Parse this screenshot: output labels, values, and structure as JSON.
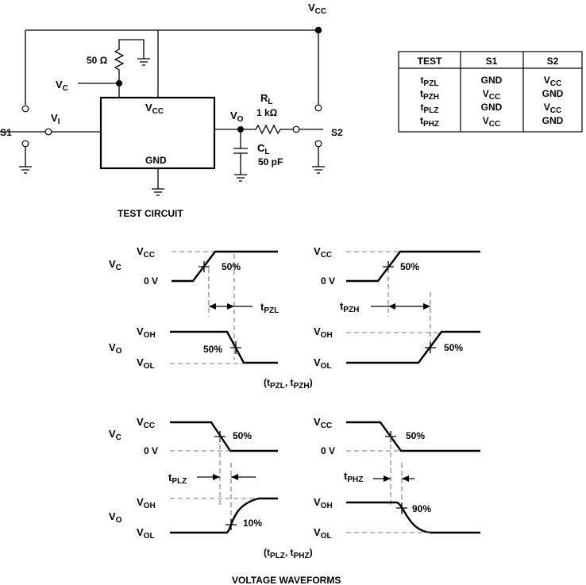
{
  "circuit": {
    "vcc_top": "VCC",
    "resistor_50": "50 Ω",
    "vc": "VC",
    "vi": "VI",
    "s1": "S1",
    "s2": "S2",
    "chip_vcc": "VCC",
    "chip_gnd": "GND",
    "vo": "VO",
    "rl_name": "RL",
    "rl_value": "1 kΩ",
    "cl_name": "CL",
    "cl_value": "50 pF",
    "caption": "TEST CIRCUIT"
  },
  "table": {
    "headers": [
      "TEST",
      "S1",
      "S2"
    ],
    "rows": [
      [
        "tPZL",
        "GND",
        "VCC"
      ],
      [
        "tPZH",
        "VCC",
        "GND"
      ],
      [
        "tPLZ",
        "GND",
        "VCC"
      ],
      [
        "tPHZ",
        "VCC",
        "GND"
      ]
    ]
  },
  "waveforms": {
    "vcc": "VCC",
    "zero_v": "0 V",
    "voh": "VOH",
    "vol": "VOL",
    "vc": "VC",
    "vo": "VO",
    "p50": "50%",
    "p10": "10%",
    "p90": "90%",
    "t_pzl": "tPZL",
    "t_pzh": "tPZH",
    "t_plz": "tPLZ",
    "t_phz": "tPHZ",
    "caption_enable": "(tPZL, tPZH)",
    "caption_disable": "(tPLZ, tPHZ)",
    "caption": "VOLTAGE WAVEFORMS"
  }
}
